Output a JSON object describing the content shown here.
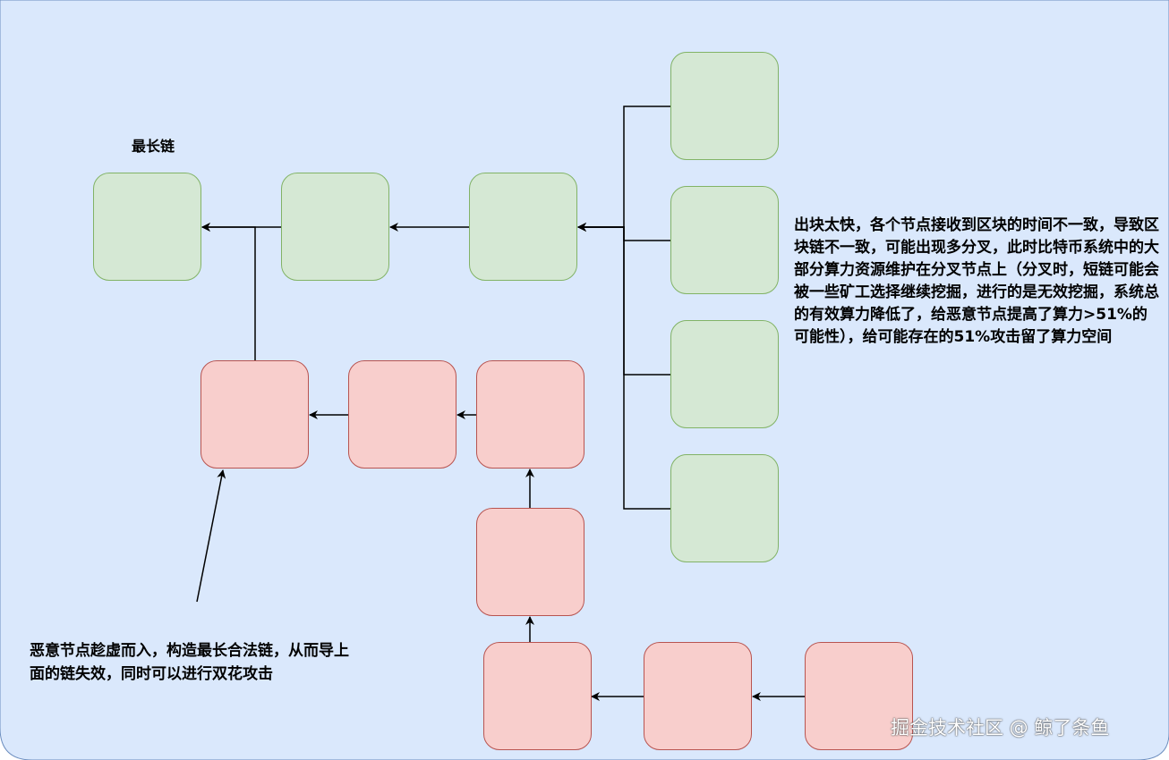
{
  "labels": {
    "longest_chain": "最长链",
    "fork_note": "出块太快，各个节点接收到区块的时间不一致，导致区块链不一致，可能出现多分叉，此时比特币系统中的大部分算力资源维护在分叉节点上（分叉时，短链可能会被一些矿工选择继续挖掘，进行的是无效挖掘，系统总的有效算力降低了，给恶意节点提高了算力>51%的可能性），给可能存在的51%攻击留了算力空间",
    "attack_note": "恶意节点趁虚而入，构造最长合法链，从而导上面的链失效，同时可以进行双花攻击",
    "watermark": "掘金技术社区 @ 鲸了条鱼"
  },
  "colors": {
    "background": "#dae8fc",
    "green_fill": "#d5e8d4",
    "green_stroke": "#82b366",
    "red_fill": "#f8cecc",
    "red_stroke": "#b85450",
    "line": "#000000"
  }
}
